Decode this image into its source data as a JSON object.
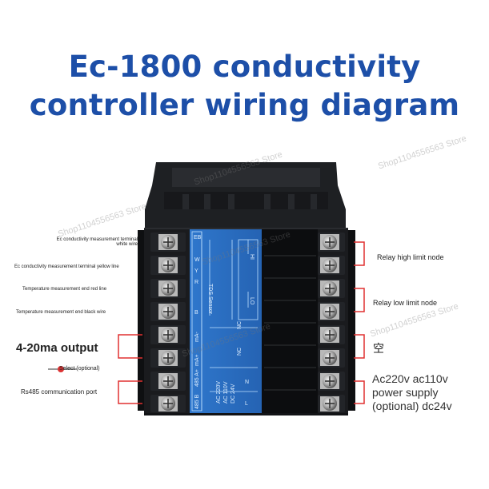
{
  "title": {
    "line1": "Ec-1800 conductivity",
    "line2": "controller wiring diagram"
  },
  "watermark": "Shop1104556563 Store",
  "left_labels": [
    {
      "line1": "Ec conductivity measurement terminal",
      "line2": "white wire"
    },
    {
      "line1": "Ec conductivity measurement terminal yellow line"
    },
    {
      "line1": "Temperature measurement end red line"
    },
    {
      "line1": "Temperature measurement end black wire"
    },
    {
      "line1": "4-20ma output"
    },
    {
      "line1": "Select (optional)"
    },
    {
      "line1": "Rs485 communication port"
    }
  ],
  "right_labels": {
    "relay_high": "Relay high limit node",
    "relay_low": "Relay low limit node",
    "empty": "空",
    "power_line1": "Ac220v ac110v",
    "power_line2": "power supply",
    "power_line3": "(optional) dc24v"
  },
  "panel": {
    "terminals_left": [
      "EB",
      "W",
      "Y",
      "R",
      "B",
      "mA-",
      "mA+",
      "485 B",
      "485 A+"
    ],
    "sensor_label": "TDS Sensor",
    "hi": "HI",
    "lo": "LO",
    "nc1": "NC",
    "nc2": "NC",
    "n": "N",
    "l": "L",
    "power_text": [
      "AC 220V",
      "AC 110V",
      "DC 24V"
    ]
  },
  "colors": {
    "title": "#1d4fa8",
    "panel": "#2b6fc2",
    "leader": "#e03030"
  }
}
